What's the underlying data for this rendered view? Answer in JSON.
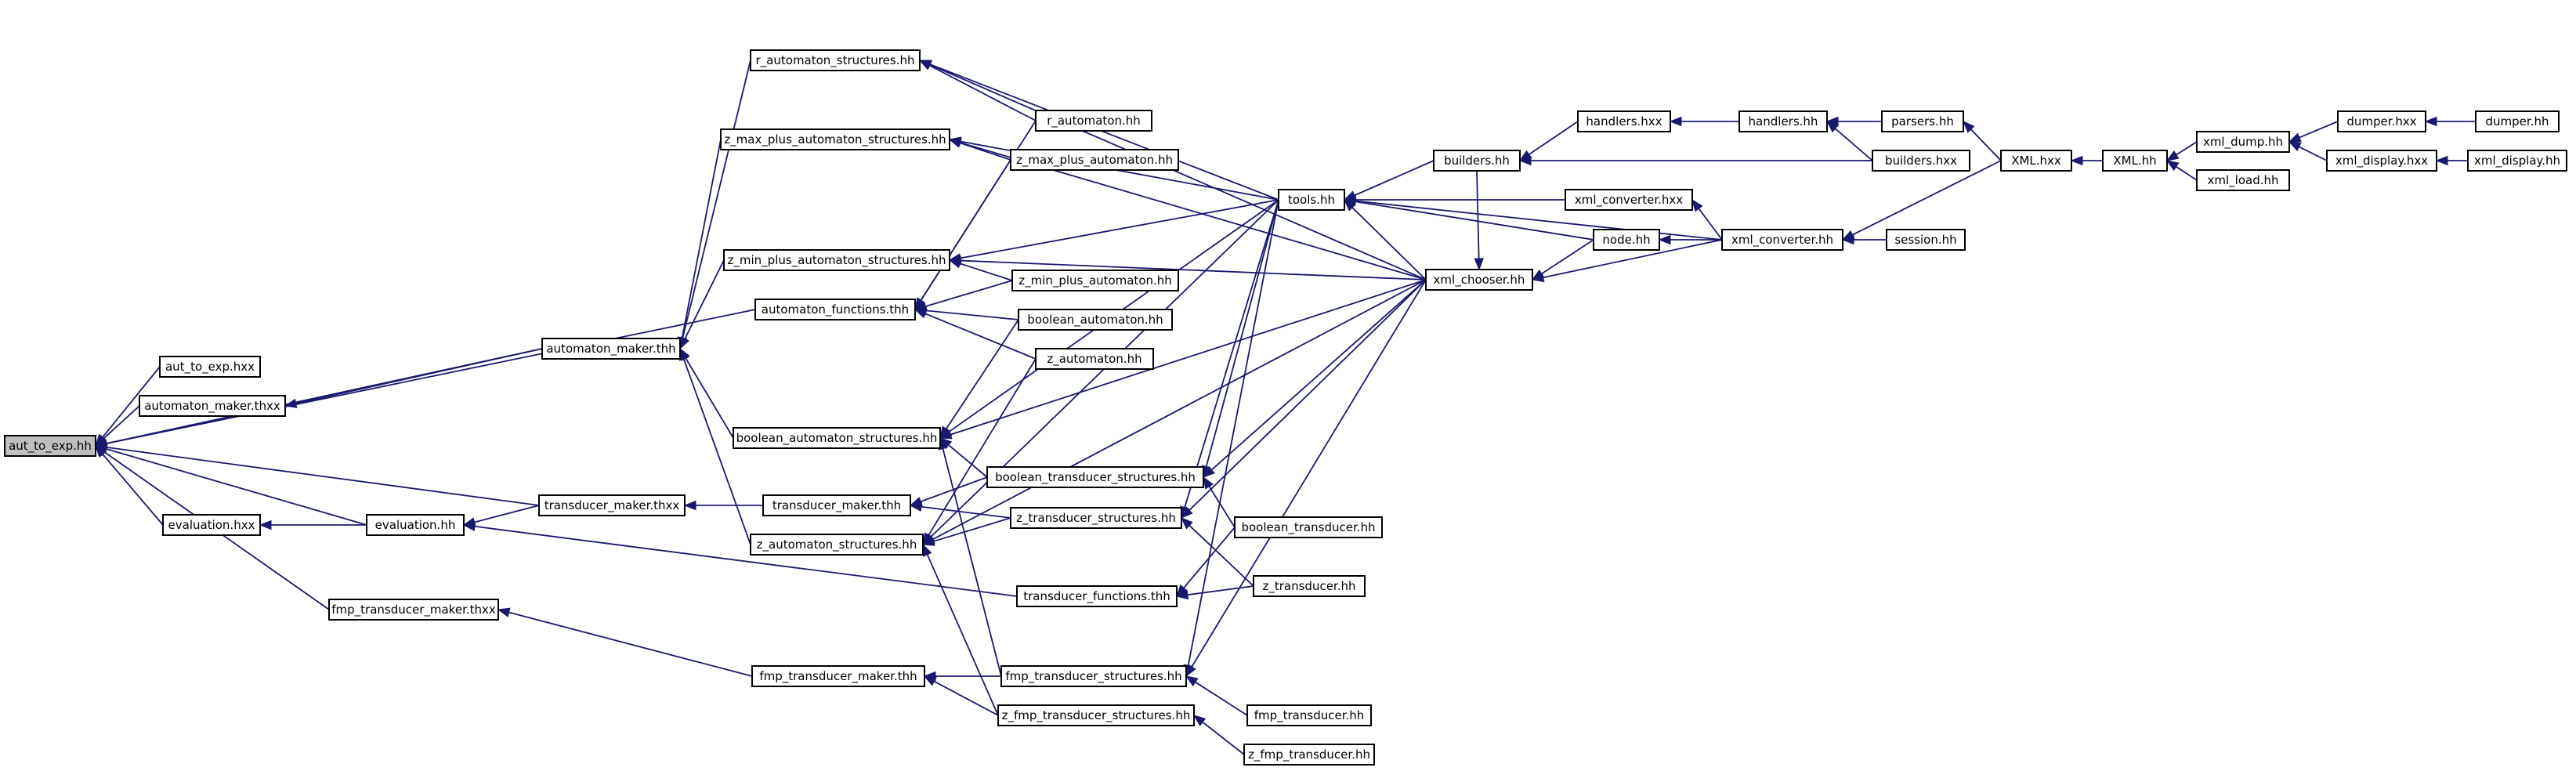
{
  "diagram": {
    "title": "",
    "root": "aut_to_exp.hh",
    "nodes": [
      {
        "id": "aut_to_exp_hh",
        "label": "aut_to_exp.hh",
        "highlight": true
      },
      {
        "id": "aut_to_exp_hxx",
        "label": "aut_to_exp.hxx"
      },
      {
        "id": "automaton_maker_thxx",
        "label": "automaton_maker.thxx"
      },
      {
        "id": "evaluation_hxx",
        "label": "evaluation.hxx"
      },
      {
        "id": "fmp_transducer_maker_thxx",
        "label": "fmp_transducer_maker.thxx"
      },
      {
        "id": "automaton_maker_thh",
        "label": "automaton_maker.thh"
      },
      {
        "id": "transducer_maker_thxx",
        "label": "transducer_maker.thxx"
      },
      {
        "id": "evaluation_hh",
        "label": "evaluation.hh"
      },
      {
        "id": "r_automaton_structures_hh",
        "label": "r_automaton_structures.hh"
      },
      {
        "id": "z_max_plus_automaton_structures_hh",
        "label": "z_max_plus_automaton_structures.hh"
      },
      {
        "id": "z_min_plus_automaton_structures_hh",
        "label": "z_min_plus_automaton_structures.hh"
      },
      {
        "id": "automaton_functions_thh",
        "label": "automaton_functions.thh"
      },
      {
        "id": "boolean_automaton_structures_hh",
        "label": "boolean_automaton_structures.hh"
      },
      {
        "id": "transducer_maker_thh",
        "label": "transducer_maker.thh"
      },
      {
        "id": "z_automaton_structures_hh",
        "label": "z_automaton_structures.hh"
      },
      {
        "id": "fmp_transducer_maker_thh",
        "label": "fmp_transducer_maker.thh"
      },
      {
        "id": "r_automaton_hh",
        "label": "r_automaton.hh"
      },
      {
        "id": "z_max_plus_automaton_hh",
        "label": "z_max_plus_automaton.hh"
      },
      {
        "id": "z_min_plus_automaton_hh",
        "label": "z_min_plus_automaton.hh"
      },
      {
        "id": "boolean_automaton_hh",
        "label": "boolean_automaton.hh"
      },
      {
        "id": "z_automaton_hh",
        "label": "z_automaton.hh"
      },
      {
        "id": "boolean_transducer_structures_hh",
        "label": "boolean_transducer_structures.hh"
      },
      {
        "id": "z_transducer_structures_hh",
        "label": "z_transducer_structures.hh"
      },
      {
        "id": "transducer_functions_thh",
        "label": "transducer_functions.thh"
      },
      {
        "id": "fmp_transducer_structures_hh",
        "label": "fmp_transducer_structures.hh"
      },
      {
        "id": "z_fmp_transducer_structures_hh",
        "label": "z_fmp_transducer_structures.hh"
      },
      {
        "id": "tools_hh",
        "label": "tools.hh"
      },
      {
        "id": "boolean_transducer_hh",
        "label": "boolean_transducer.hh"
      },
      {
        "id": "z_transducer_hh",
        "label": "z_transducer.hh"
      },
      {
        "id": "fmp_transducer_hh",
        "label": "fmp_transducer.hh"
      },
      {
        "id": "z_fmp_transducer_hh",
        "label": "z_fmp_transducer.hh"
      },
      {
        "id": "xml_chooser_hh",
        "label": "xml_chooser.hh"
      },
      {
        "id": "builders_hh",
        "label": "builders.hh"
      },
      {
        "id": "handlers_hxx",
        "label": "handlers.hxx"
      },
      {
        "id": "xml_converter_hxx",
        "label": "xml_converter.hxx"
      },
      {
        "id": "node_hh",
        "label": "node.hh"
      },
      {
        "id": "handlers_hh",
        "label": "handlers.hh"
      },
      {
        "id": "xml_converter_hh",
        "label": "xml_converter.hh"
      },
      {
        "id": "parsers_hh",
        "label": "parsers.hh"
      },
      {
        "id": "builders_hxx",
        "label": "builders.hxx"
      },
      {
        "id": "session_hh",
        "label": "session.hh"
      },
      {
        "id": "XML_hxx",
        "label": "XML.hxx"
      },
      {
        "id": "XML_hh",
        "label": "XML.hh"
      },
      {
        "id": "xml_dump_hh",
        "label": "xml_dump.hh"
      },
      {
        "id": "xml_load_hh",
        "label": "xml_load.hh"
      },
      {
        "id": "dumper_hxx",
        "label": "dumper.hxx"
      },
      {
        "id": "xml_display_hxx",
        "label": "xml_display.hxx"
      },
      {
        "id": "dumper_hh",
        "label": "dumper.hh"
      },
      {
        "id": "xml_display_hh",
        "label": "xml_display.hh"
      }
    ],
    "edges": [
      [
        "aut_to_exp_hxx",
        "aut_to_exp_hh"
      ],
      [
        "automaton_maker_thxx",
        "aut_to_exp_hh"
      ],
      [
        "evaluation_hxx",
        "aut_to_exp_hh"
      ],
      [
        "fmp_transducer_maker_thxx",
        "aut_to_exp_hh"
      ],
      [
        "automaton_maker_thh",
        "aut_to_exp_hh"
      ],
      [
        "transducer_maker_thxx",
        "aut_to_exp_hh"
      ],
      [
        "automaton_functions_thh",
        "aut_to_exp_hh"
      ],
      [
        "automaton_maker_thh",
        "automaton_maker_thxx"
      ],
      [
        "evaluation_hh",
        "evaluation_hxx"
      ],
      [
        "transducer_maker_thxx",
        "evaluation_hh"
      ],
      [
        "evaluation_hh",
        "aut_to_exp_hh"
      ],
      [
        "transducer_functions_thh",
        "evaluation_hh"
      ],
      [
        "r_automaton_structures_hh",
        "automaton_maker_thh"
      ],
      [
        "z_max_plus_automaton_structures_hh",
        "automaton_maker_thh"
      ],
      [
        "z_min_plus_automaton_structures_hh",
        "automaton_maker_thh"
      ],
      [
        "boolean_automaton_structures_hh",
        "automaton_maker_thh"
      ],
      [
        "z_automaton_structures_hh",
        "automaton_maker_thh"
      ],
      [
        "transducer_maker_thh",
        "transducer_maker_thxx"
      ],
      [
        "fmp_transducer_maker_thh",
        "fmp_transducer_maker_thxx"
      ],
      [
        "boolean_transducer_structures_hh",
        "transducer_maker_thh"
      ],
      [
        "z_transducer_structures_hh",
        "transducer_maker_thh"
      ],
      [
        "fmp_transducer_structures_hh",
        "fmp_transducer_maker_thh"
      ],
      [
        "z_fmp_transducer_structures_hh",
        "fmp_transducer_maker_thh"
      ],
      [
        "r_automaton_hh",
        "r_automaton_structures_hh"
      ],
      [
        "tools_hh",
        "r_automaton_structures_hh"
      ],
      [
        "xml_chooser_hh",
        "r_automaton_structures_hh"
      ],
      [
        "z_max_plus_automaton_hh",
        "z_max_plus_automaton_structures_hh"
      ],
      [
        "tools_hh",
        "z_max_plus_automaton_structures_hh"
      ],
      [
        "xml_chooser_hh",
        "z_max_plus_automaton_structures_hh"
      ],
      [
        "z_min_plus_automaton_hh",
        "z_min_plus_automaton_structures_hh"
      ],
      [
        "tools_hh",
        "z_min_plus_automaton_structures_hh"
      ],
      [
        "xml_chooser_hh",
        "z_min_plus_automaton_structures_hh"
      ],
      [
        "r_automaton_hh",
        "automaton_functions_thh"
      ],
      [
        "z_max_plus_automaton_hh",
        "automaton_functions_thh"
      ],
      [
        "z_min_plus_automaton_hh",
        "automaton_functions_thh"
      ],
      [
        "boolean_automaton_hh",
        "automaton_functions_thh"
      ],
      [
        "z_automaton_hh",
        "automaton_functions_thh"
      ],
      [
        "boolean_automaton_hh",
        "boolean_automaton_structures_hh"
      ],
      [
        "tools_hh",
        "boolean_automaton_structures_hh"
      ],
      [
        "xml_chooser_hh",
        "boolean_automaton_structures_hh"
      ],
      [
        "z_automaton_hh",
        "z_automaton_structures_hh"
      ],
      [
        "tools_hh",
        "z_automaton_structures_hh"
      ],
      [
        "xml_chooser_hh",
        "z_automaton_structures_hh"
      ],
      [
        "z_transducer_structures_hh",
        "z_automaton_structures_hh"
      ],
      [
        "z_fmp_transducer_structures_hh",
        "z_automaton_structures_hh"
      ],
      [
        "boolean_transducer_structures_hh",
        "boolean_automaton_structures_hh"
      ],
      [
        "fmp_transducer_structures_hh",
        "boolean_automaton_structures_hh"
      ],
      [
        "boolean_transducer_hh",
        "boolean_transducer_structures_hh"
      ],
      [
        "tools_hh",
        "boolean_transducer_structures_hh"
      ],
      [
        "xml_chooser_hh",
        "boolean_transducer_structures_hh"
      ],
      [
        "z_transducer_hh",
        "z_transducer_structures_hh"
      ],
      [
        "tools_hh",
        "z_transducer_structures_hh"
      ],
      [
        "xml_chooser_hh",
        "z_transducer_structures_hh"
      ],
      [
        "boolean_transducer_hh",
        "transducer_functions_thh"
      ],
      [
        "z_transducer_hh",
        "transducer_functions_thh"
      ],
      [
        "fmp_transducer_hh",
        "fmp_transducer_structures_hh"
      ],
      [
        "tools_hh",
        "fmp_transducer_structures_hh"
      ],
      [
        "xml_chooser_hh",
        "fmp_transducer_structures_hh"
      ],
      [
        "z_fmp_transducer_hh",
        "z_fmp_transducer_structures_hh"
      ],
      [
        "xml_chooser_hh",
        "tools_hh"
      ],
      [
        "builders_hh",
        "tools_hh"
      ],
      [
        "xml_converter_hxx",
        "tools_hh"
      ],
      [
        "node_hh",
        "tools_hh"
      ],
      [
        "xml_converter_hh",
        "tools_hh"
      ],
      [
        "builders_hh",
        "xml_chooser_hh"
      ],
      [
        "node_hh",
        "xml_chooser_hh"
      ],
      [
        "xml_converter_hh",
        "xml_chooser_hh"
      ],
      [
        "handlers_hxx",
        "builders_hh"
      ],
      [
        "builders_hxx",
        "builders_hh"
      ],
      [
        "handlers_hh",
        "handlers_hxx"
      ],
      [
        "parsers_hh",
        "handlers_hh"
      ],
      [
        "builders_hxx",
        "handlers_hh"
      ],
      [
        "xml_converter_hh",
        "xml_converter_hxx"
      ],
      [
        "xml_converter_hh",
        "node_hh"
      ],
      [
        "session_hh",
        "xml_converter_hh"
      ],
      [
        "XML_hxx",
        "parsers_hh"
      ],
      [
        "XML_hxx",
        "xml_converter_hh"
      ],
      [
        "XML_hh",
        "XML_hxx"
      ],
      [
        "xml_dump_hh",
        "XML_hh"
      ],
      [
        "xml_load_hh",
        "XML_hh"
      ],
      [
        "dumper_hxx",
        "xml_dump_hh"
      ],
      [
        "xml_display_hxx",
        "xml_dump_hh"
      ],
      [
        "dumper_hh",
        "dumper_hxx"
      ],
      [
        "xml_display_hh",
        "xml_display_hxx"
      ]
    ]
  },
  "colors": {
    "edge": "#191970",
    "node_border": "#000000",
    "node_fill": "#ffffff",
    "root_fill": "#bfbfbf"
  }
}
